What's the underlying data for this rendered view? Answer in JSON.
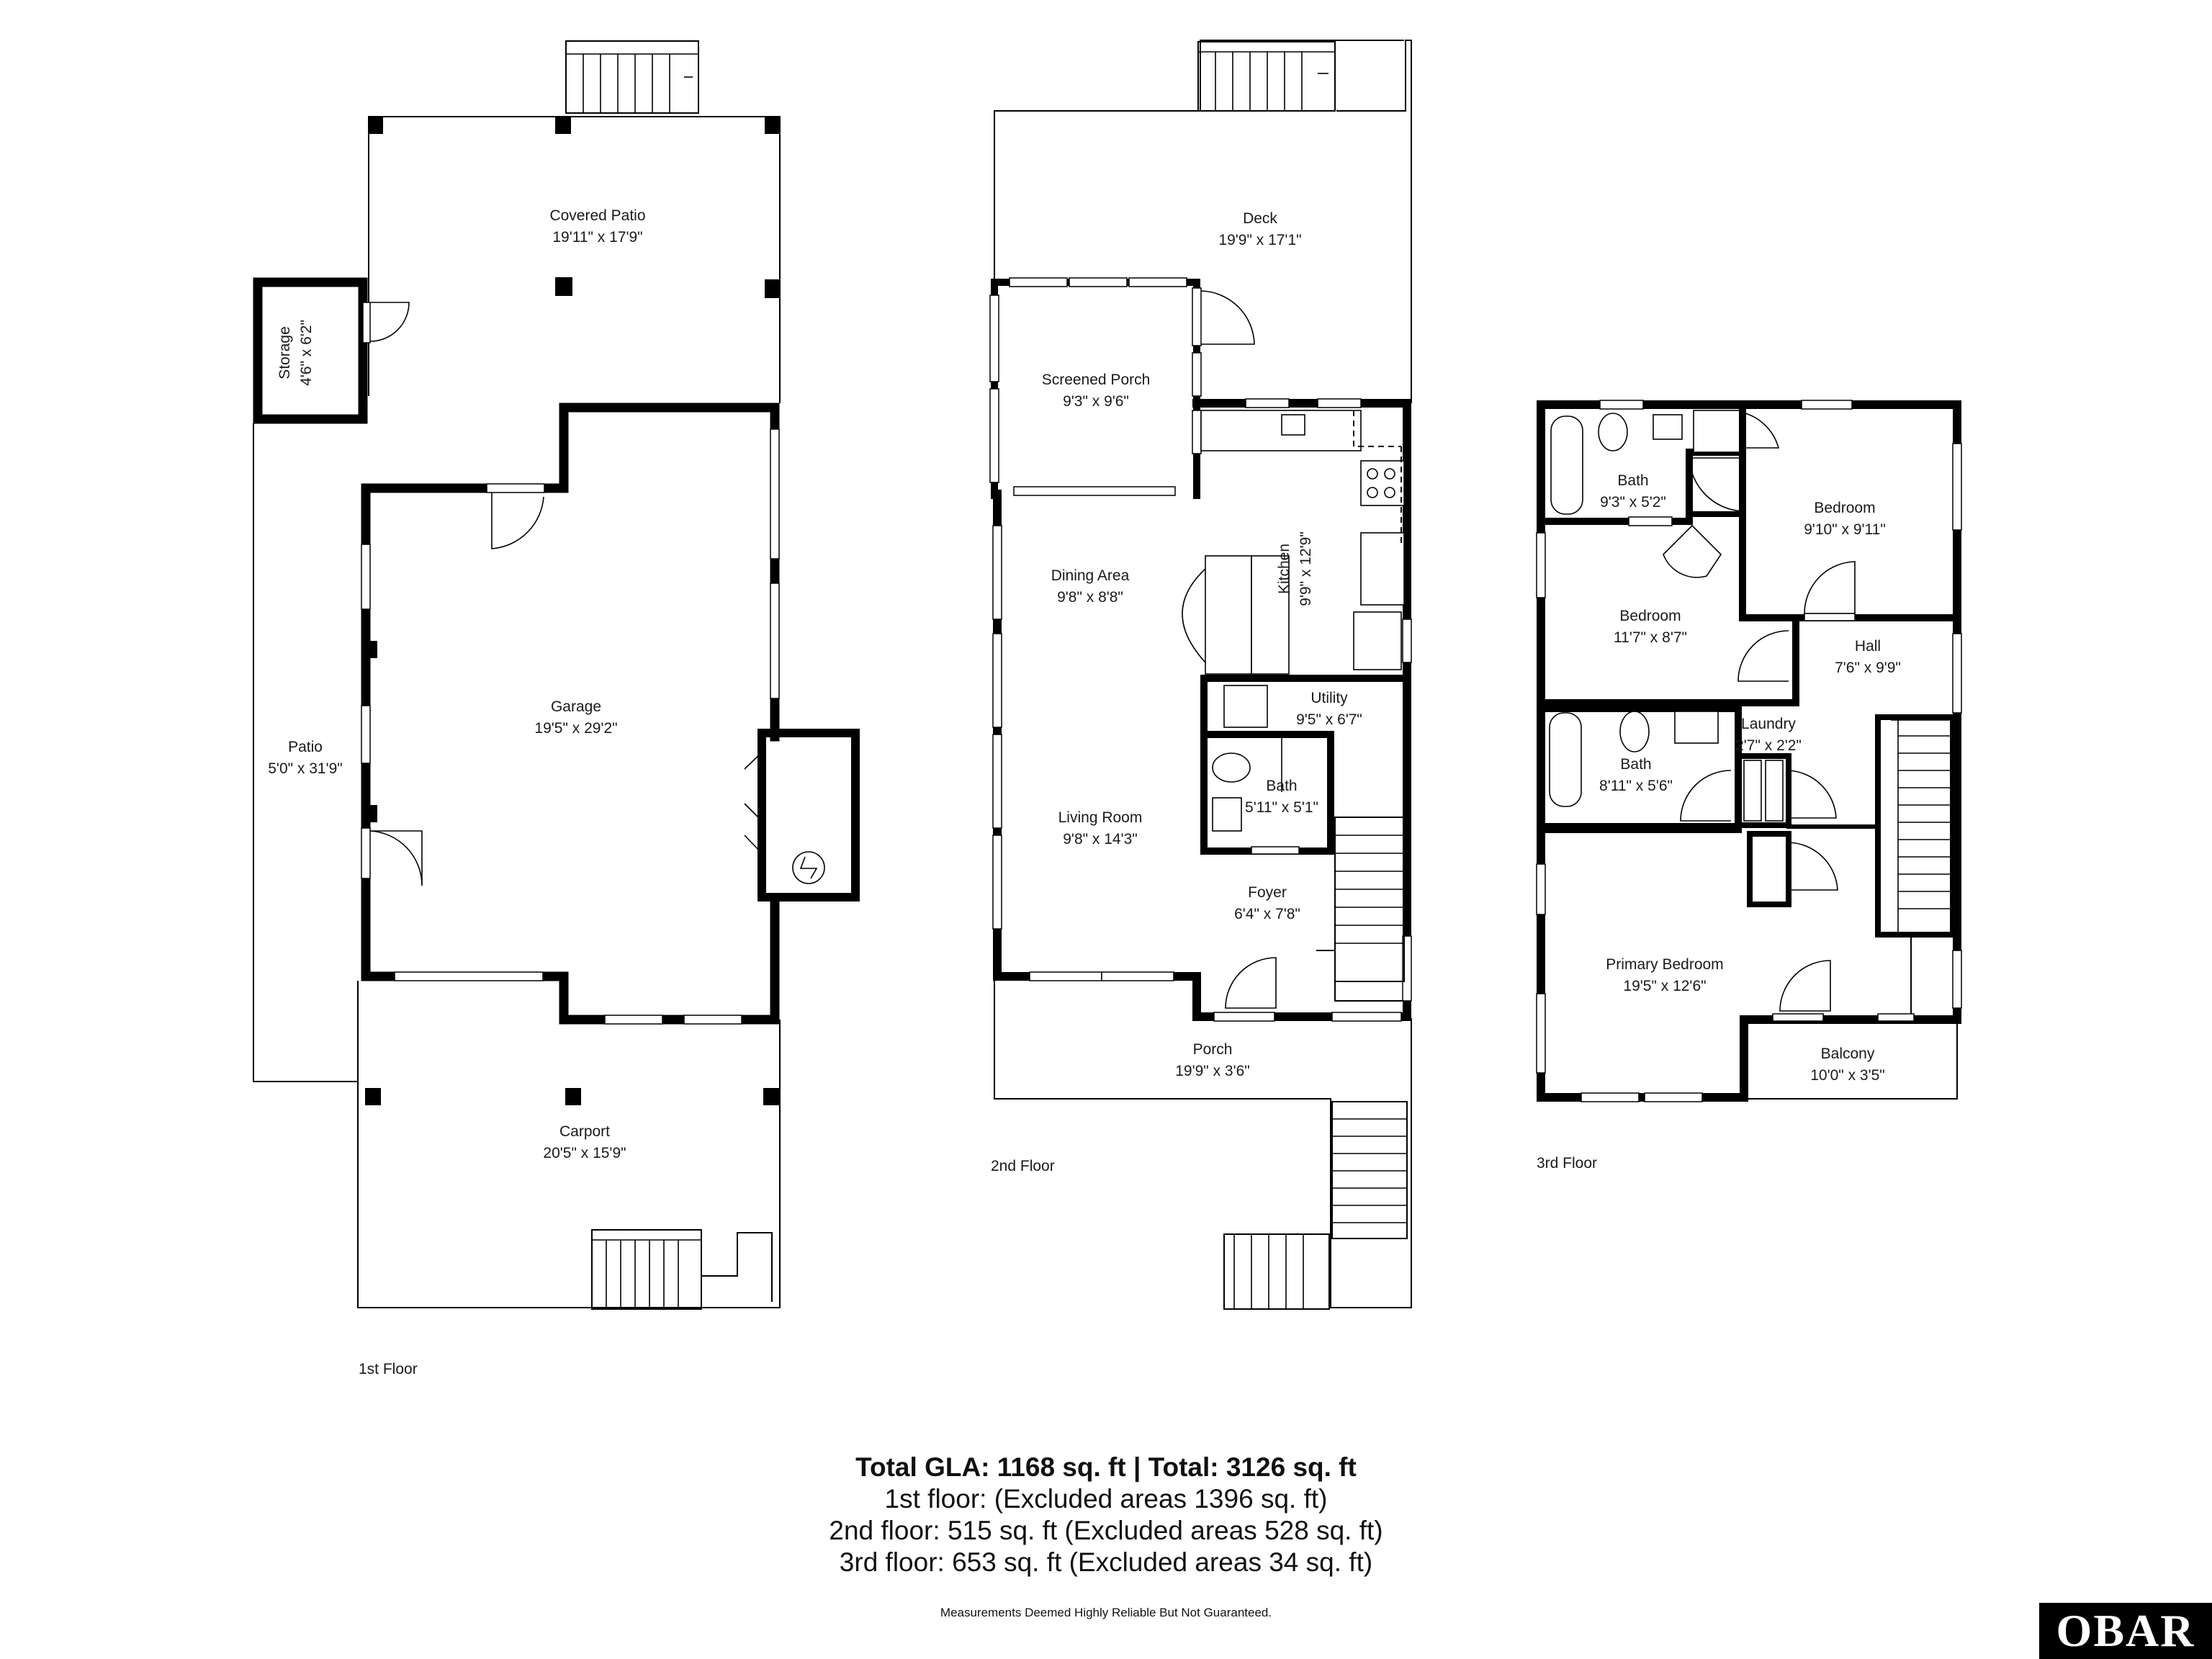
{
  "floors": {
    "first": {
      "label": "1st Floor",
      "rooms": {
        "covered_patio": {
          "name": "Covered Patio",
          "dim": "19'11\" x 17'9\""
        },
        "storage": {
          "name": "Storage",
          "dim": "4'6\" x 6'2\""
        },
        "patio": {
          "name": "Patio",
          "dim": "5'0\" x 31'9\""
        },
        "garage": {
          "name": "Garage",
          "dim": "19'5\" x 29'2\""
        },
        "carport": {
          "name": "Carport",
          "dim": "20'5\" x 15'9\""
        }
      }
    },
    "second": {
      "label": "2nd Floor",
      "rooms": {
        "deck": {
          "name": "Deck",
          "dim": "19'9\" x 17'1\""
        },
        "screened_porch": {
          "name": "Screened Porch",
          "dim": "9'3\" x 9'6\""
        },
        "kitchen": {
          "name": "Kitchen",
          "dim": "9'9\" x 12'9\""
        },
        "dining_area": {
          "name": "Dining Area",
          "dim": "9'8\" x 8'8\""
        },
        "utility": {
          "name": "Utility",
          "dim": "9'5\" x 6'7\""
        },
        "bath": {
          "name": "Bath",
          "dim": "5'11\" x 5'1\""
        },
        "living_room": {
          "name": "Living Room",
          "dim": "9'8\" x 14'3\""
        },
        "foyer": {
          "name": "Foyer",
          "dim": "6'4\" x 7'8\""
        },
        "porch": {
          "name": "Porch",
          "dim": "19'9\" x 3'6\""
        }
      }
    },
    "third": {
      "label": "3rd Floor",
      "rooms": {
        "bath_upper": {
          "name": "Bath",
          "dim": "9'3\" x 5'2\""
        },
        "bedroom_ne": {
          "name": "Bedroom",
          "dim": "9'10\" x 9'11\""
        },
        "bedroom_w": {
          "name": "Bedroom",
          "dim": "11'7\" x 8'7\""
        },
        "hall": {
          "name": "Hall",
          "dim": "7'6\" x 9'9\""
        },
        "laundry": {
          "name": "Laundry",
          "dim": "2'7\" x 2'2\""
        },
        "bath_lower": {
          "name": "Bath",
          "dim": "8'11\" x 5'6\""
        },
        "primary_bedroom": {
          "name": "Primary Bedroom",
          "dim": "19'5\" x 12'6\""
        },
        "balcony": {
          "name": "Balcony",
          "dim": "10'0\" x 3'5\""
        }
      }
    }
  },
  "summary": {
    "total": "Total GLA: 1168 sq. ft | Total: 3126 sq. ft",
    "first_floor": "1st floor: (Excluded areas 1396 sq. ft)",
    "second_floor": "2nd floor: 515 sq. ft (Excluded areas 528 sq. ft)",
    "third_floor": "3rd floor: 653 sq. ft (Excluded areas 34 sq. ft)"
  },
  "disclaimer": "Measurements Deemed Highly Reliable But Not Guaranteed.",
  "logo": "OBAR",
  "colors": {
    "ink": "#000000",
    "background": "#ffffff"
  }
}
